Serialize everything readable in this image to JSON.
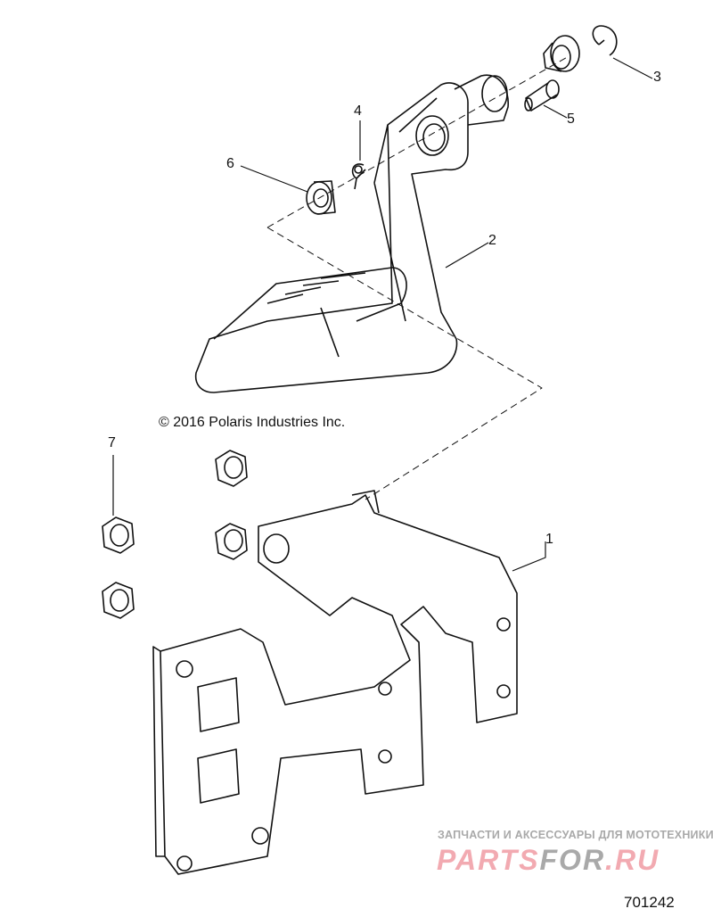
{
  "diagram": {
    "callouts": [
      {
        "id": "1",
        "label": "1"
      },
      {
        "id": "2",
        "label": "2"
      },
      {
        "id": "3",
        "label": "3"
      },
      {
        "id": "4",
        "label": "4"
      },
      {
        "id": "5",
        "label": "5"
      },
      {
        "id": "6",
        "label": "6"
      },
      {
        "id": "7",
        "label": "7"
      }
    ],
    "copyright": "© 2016 Polaris Industries Inc.",
    "drawing_number": "701242"
  },
  "watermark": {
    "tagline": "ЗАПЧАСТИ И АКСЕССУАРЫ ДЛЯ МОТОТЕХНИКИ",
    "logo_part1": "PARTS",
    "logo_part2": "FOR",
    "logo_part3": ".RU",
    "colors": {
      "pink": "#f2aab1",
      "gray": "#a9a9a9"
    }
  }
}
